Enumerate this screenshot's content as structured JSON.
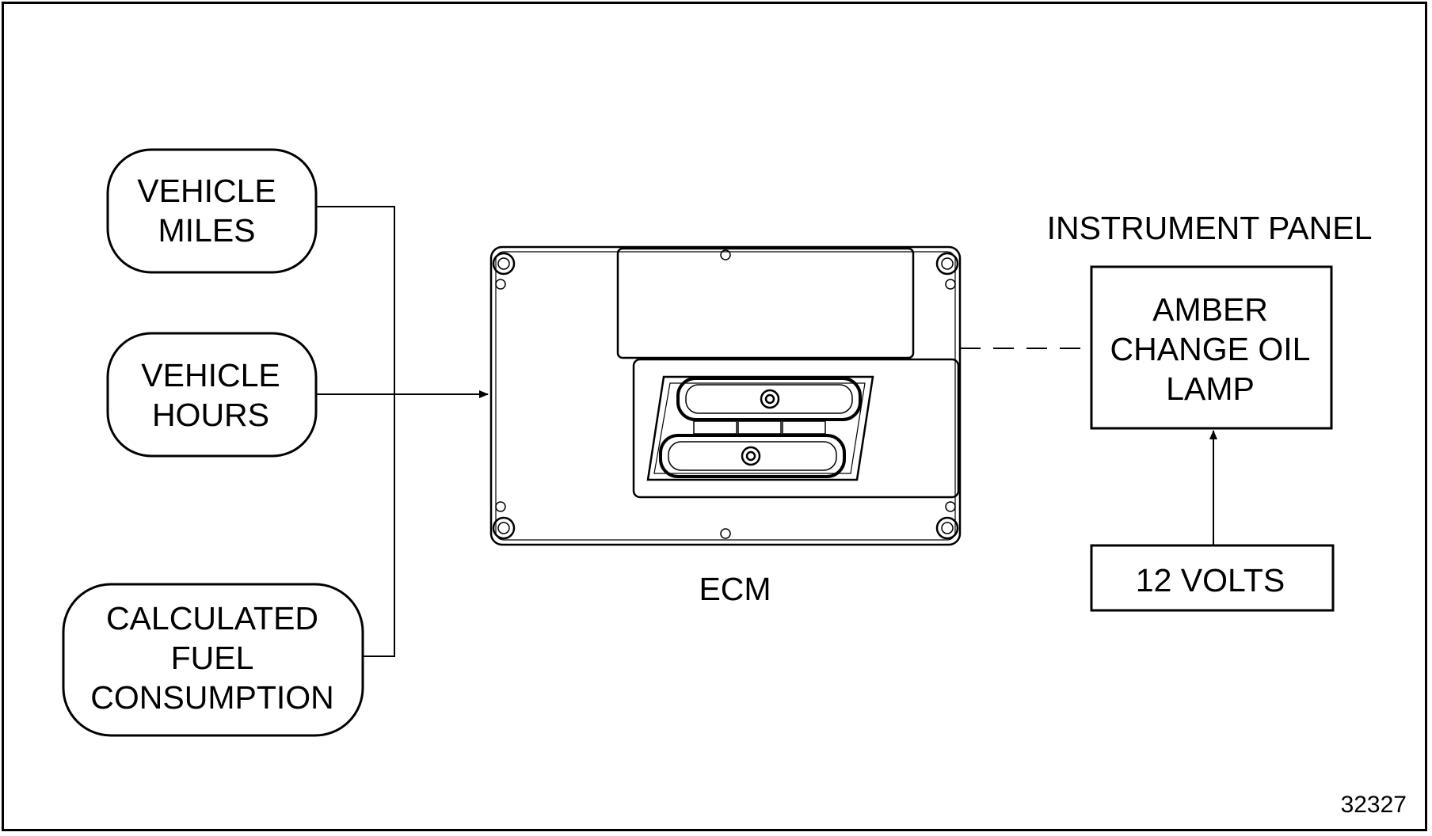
{
  "inputs": {
    "vehicle_miles": [
      "VEHICLE",
      "MILES"
    ],
    "vehicle_hours": [
      "VEHICLE",
      "HOURS"
    ],
    "calculated_fuel": [
      "CALCULATED",
      "FUEL",
      "CONSUMPTION"
    ]
  },
  "ecm": {
    "label": "ECM"
  },
  "instrument_panel": {
    "title": "INSTRUMENT PANEL",
    "lamp": [
      "AMBER",
      "CHANGE OIL",
      "LAMP"
    ]
  },
  "power": {
    "label": "12 VOLTS"
  },
  "figure_number": "32327"
}
